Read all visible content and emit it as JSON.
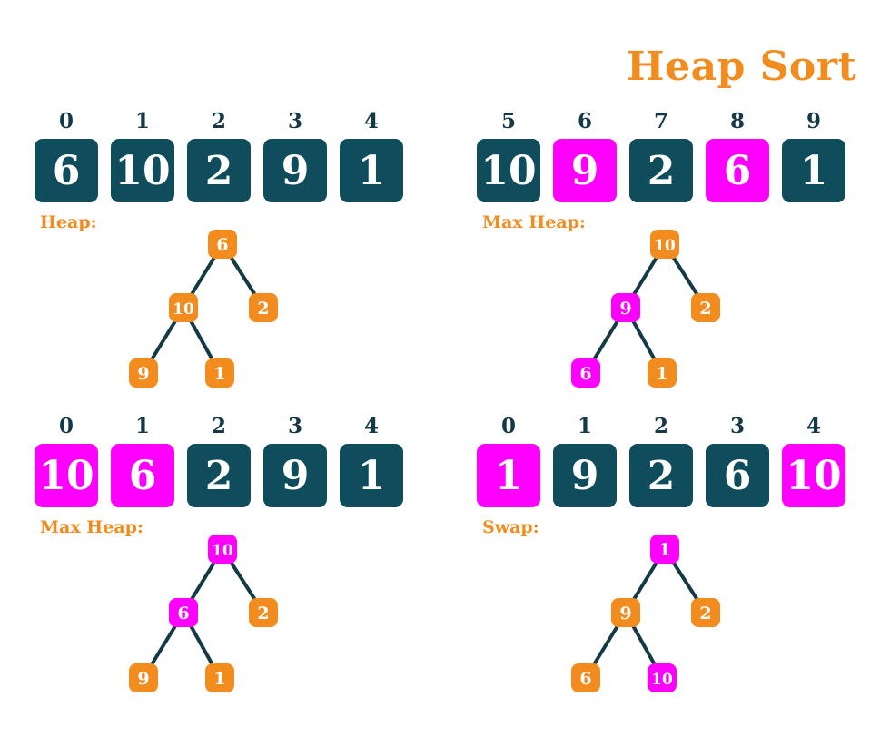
{
  "title": "Heap Sort",
  "colors": {
    "dark_cell": "#0f4c5c",
    "highlight": "#ff00ff",
    "orange": "#f28c1f",
    "edge": "#143a47"
  },
  "panels": [
    {
      "id": "p1",
      "label": "Heap:",
      "indices": [
        "0",
        "1",
        "2",
        "3",
        "4"
      ],
      "cells": [
        {
          "value": "6",
          "highlight": false
        },
        {
          "value": "10",
          "highlight": false
        },
        {
          "value": "2",
          "highlight": false
        },
        {
          "value": "9",
          "highlight": false
        },
        {
          "value": "1",
          "highlight": false
        }
      ],
      "tree": [
        {
          "value": "6",
          "highlight": false
        },
        {
          "value": "10",
          "highlight": false
        },
        {
          "value": "2",
          "highlight": false
        },
        {
          "value": "9",
          "highlight": false
        },
        {
          "value": "1",
          "highlight": false
        }
      ]
    },
    {
      "id": "p2",
      "label": "Max Heap:",
      "indices": [
        "5",
        "6",
        "7",
        "8",
        "9"
      ],
      "cells": [
        {
          "value": "10",
          "highlight": false
        },
        {
          "value": "9",
          "highlight": true
        },
        {
          "value": "2",
          "highlight": false
        },
        {
          "value": "6",
          "highlight": true
        },
        {
          "value": "1",
          "highlight": false
        }
      ],
      "tree": [
        {
          "value": "10",
          "highlight": false
        },
        {
          "value": "9",
          "highlight": true
        },
        {
          "value": "2",
          "highlight": false
        },
        {
          "value": "6",
          "highlight": true
        },
        {
          "value": "1",
          "highlight": false
        }
      ]
    },
    {
      "id": "p3",
      "label": "Max Heap:",
      "indices": [
        "0",
        "1",
        "2",
        "3",
        "4"
      ],
      "cells": [
        {
          "value": "10",
          "highlight": true
        },
        {
          "value": "6",
          "highlight": true
        },
        {
          "value": "2",
          "highlight": false
        },
        {
          "value": "9",
          "highlight": false
        },
        {
          "value": "1",
          "highlight": false
        }
      ],
      "tree": [
        {
          "value": "10",
          "highlight": true
        },
        {
          "value": "6",
          "highlight": true
        },
        {
          "value": "2",
          "highlight": false
        },
        {
          "value": "9",
          "highlight": false
        },
        {
          "value": "1",
          "highlight": false
        }
      ]
    },
    {
      "id": "p4",
      "label": "Swap:",
      "indices": [
        "0",
        "1",
        "2",
        "3",
        "4"
      ],
      "cells": [
        {
          "value": "1",
          "highlight": true
        },
        {
          "value": "9",
          "highlight": false
        },
        {
          "value": "2",
          "highlight": false
        },
        {
          "value": "6",
          "highlight": false
        },
        {
          "value": "10",
          "highlight": true
        }
      ],
      "tree": [
        {
          "value": "1",
          "highlight": true
        },
        {
          "value": "9",
          "highlight": false
        },
        {
          "value": "2",
          "highlight": false
        },
        {
          "value": "6",
          "highlight": false
        },
        {
          "value": "10",
          "highlight": true
        }
      ]
    }
  ]
}
